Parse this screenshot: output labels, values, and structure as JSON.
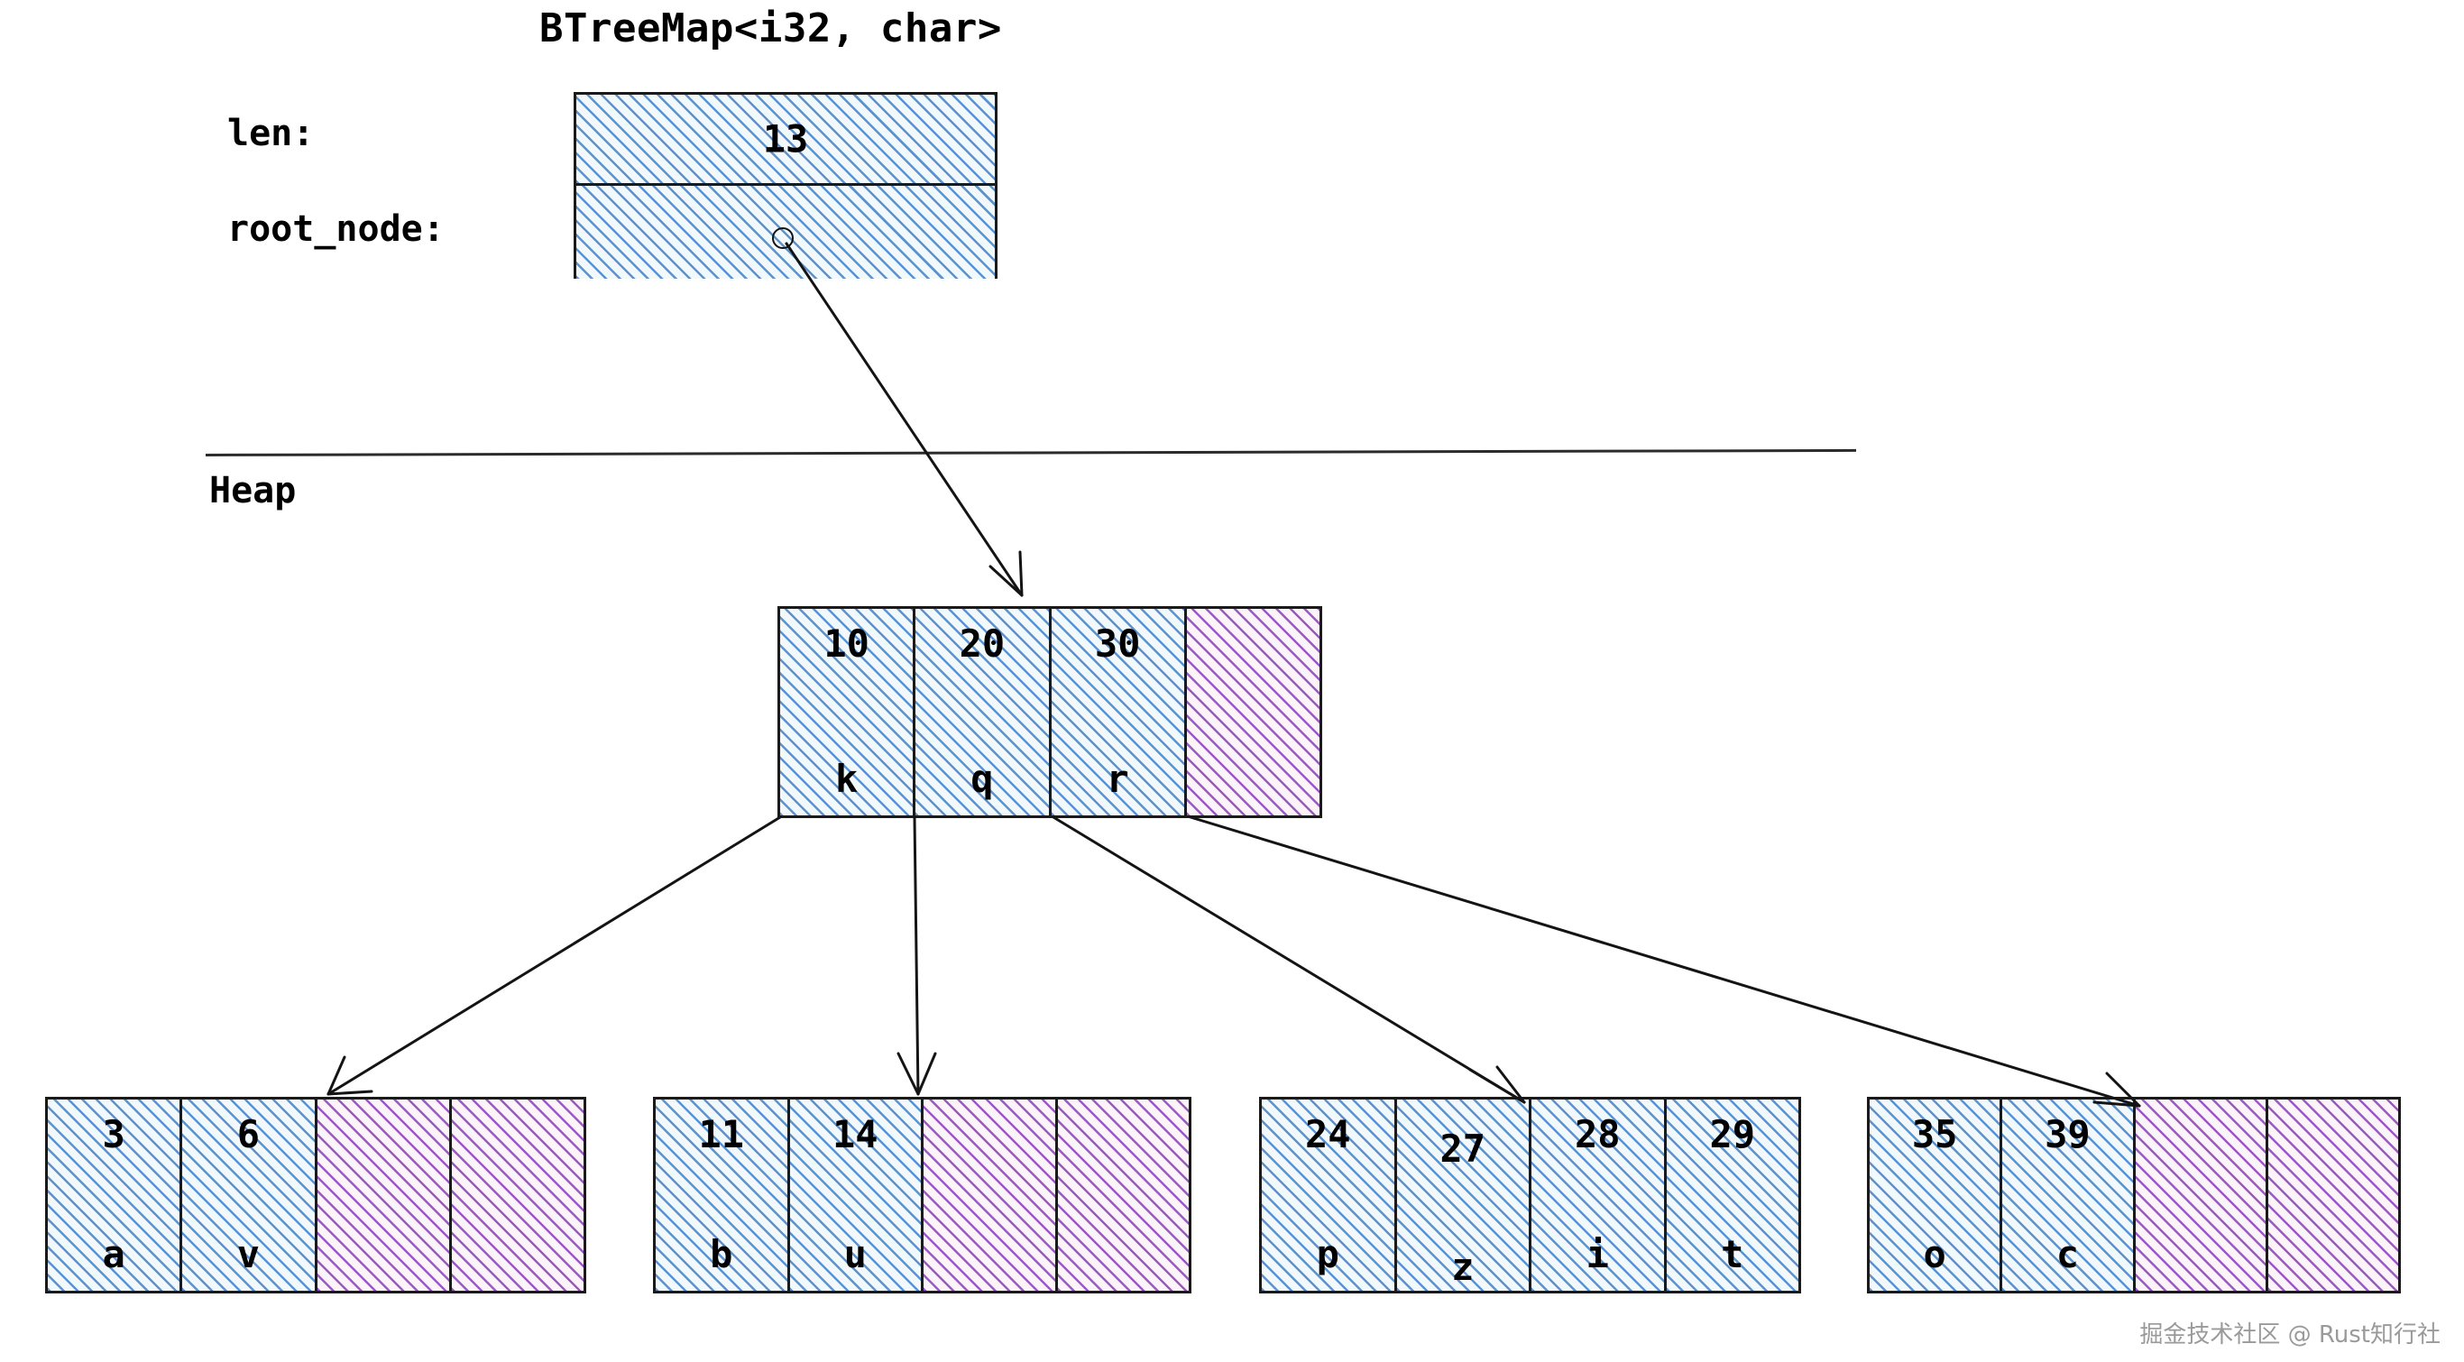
{
  "diagram": {
    "title": "BTreeMap<i32, char>",
    "memory_regions": {
      "heap_label": "Heap"
    },
    "struct": {
      "fields": [
        {
          "label": "len:",
          "value": "13",
          "kind": "value"
        },
        {
          "label": "root_node:",
          "value": "",
          "kind": "pointer"
        }
      ]
    },
    "root_node": {
      "name": "root-node",
      "cells": [
        {
          "key": "10",
          "value": "k",
          "empty": false
        },
        {
          "key": "20",
          "value": "q",
          "empty": false
        },
        {
          "key": "30",
          "value": "r",
          "empty": false
        },
        {
          "key": "",
          "value": "",
          "empty": true
        }
      ]
    },
    "leaf_nodes": [
      {
        "name": "leaf-node-0",
        "cells": [
          {
            "key": "3",
            "value": "a",
            "empty": false
          },
          {
            "key": "6",
            "value": "v",
            "empty": false
          },
          {
            "key": "",
            "value": "",
            "empty": true
          },
          {
            "key": "",
            "value": "",
            "empty": true
          }
        ]
      },
      {
        "name": "leaf-node-1",
        "cells": [
          {
            "key": "11",
            "value": "b",
            "empty": false
          },
          {
            "key": "14",
            "value": "u",
            "empty": false
          },
          {
            "key": "",
            "value": "",
            "empty": true
          },
          {
            "key": "",
            "value": "",
            "empty": true
          }
        ]
      },
      {
        "name": "leaf-node-2",
        "cells": [
          {
            "key": "24",
            "value": "p",
            "empty": false
          },
          {
            "key": "27",
            "value": "z",
            "empty": false,
            "nudge": true
          },
          {
            "key": "28",
            "value": "i",
            "empty": false
          },
          {
            "key": "29",
            "value": "t",
            "empty": false
          }
        ]
      },
      {
        "name": "leaf-node-3",
        "cells": [
          {
            "key": "35",
            "value": "o",
            "empty": false
          },
          {
            "key": "39",
            "value": "c",
            "empty": false
          },
          {
            "key": "",
            "value": "",
            "empty": true
          },
          {
            "key": "",
            "value": "",
            "empty": true
          }
        ]
      }
    ],
    "colors": {
      "occupied_hatch": "#5b92cf",
      "occupied_fill": "#f2f9fd",
      "empty_hatch": "#9b59c4",
      "empty_fill": "#fdf4fa",
      "stroke": "#1a1a1a"
    },
    "watermark": "掘金技术社区 @ Rust知行社"
  }
}
